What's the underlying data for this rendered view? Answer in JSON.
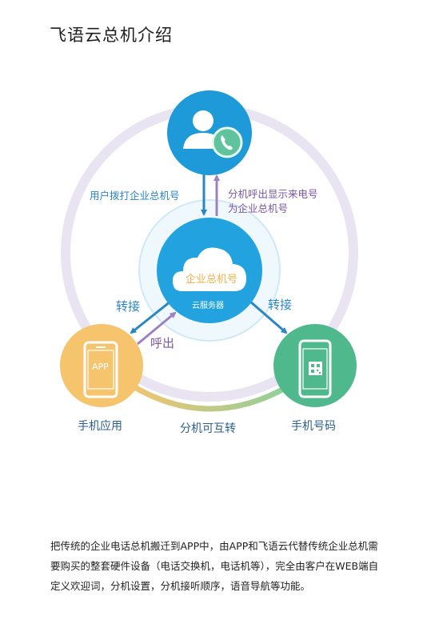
{
  "page": {
    "title": "飞语云总机介绍",
    "description": "把传统的企业电话总机搬迁到APP中，由APP和飞语云代替传统企业总机需要购买的整套硬件设备（电话交换机，电话机等），完全由客户在WEB端自定义欢迎词，分机设置，分机接听顺序，语音导航等功能。"
  },
  "diagram": {
    "arrow_user_call": "用户拨打企业总机号",
    "arrow_display_line1": "分机呼出显示来电号",
    "arrow_display_line2": "为企业总机号",
    "cloud_label": "企业总机号",
    "cloud_server": "云服务器",
    "transfer_left": "转接",
    "transfer_right": "转接",
    "callout": "呼出",
    "app_screen": "APP",
    "node_app": "手机应用",
    "node_number": "手机号码",
    "bottom_link": "分机可互转"
  },
  "colors": {
    "top_node": "#1e9ad8",
    "center_node": "#22a3e0",
    "app_node": "#f5c46c",
    "number_node": "#4fb98d",
    "outer_ring": "#e8e4f1",
    "blue_arrow": "#2a86c4",
    "purple_arrow": "#9d82c2"
  },
  "icons": [
    "user-icon",
    "phone-icon",
    "cloud-icon",
    "smartphone-icon",
    "qr-code-icon"
  ]
}
